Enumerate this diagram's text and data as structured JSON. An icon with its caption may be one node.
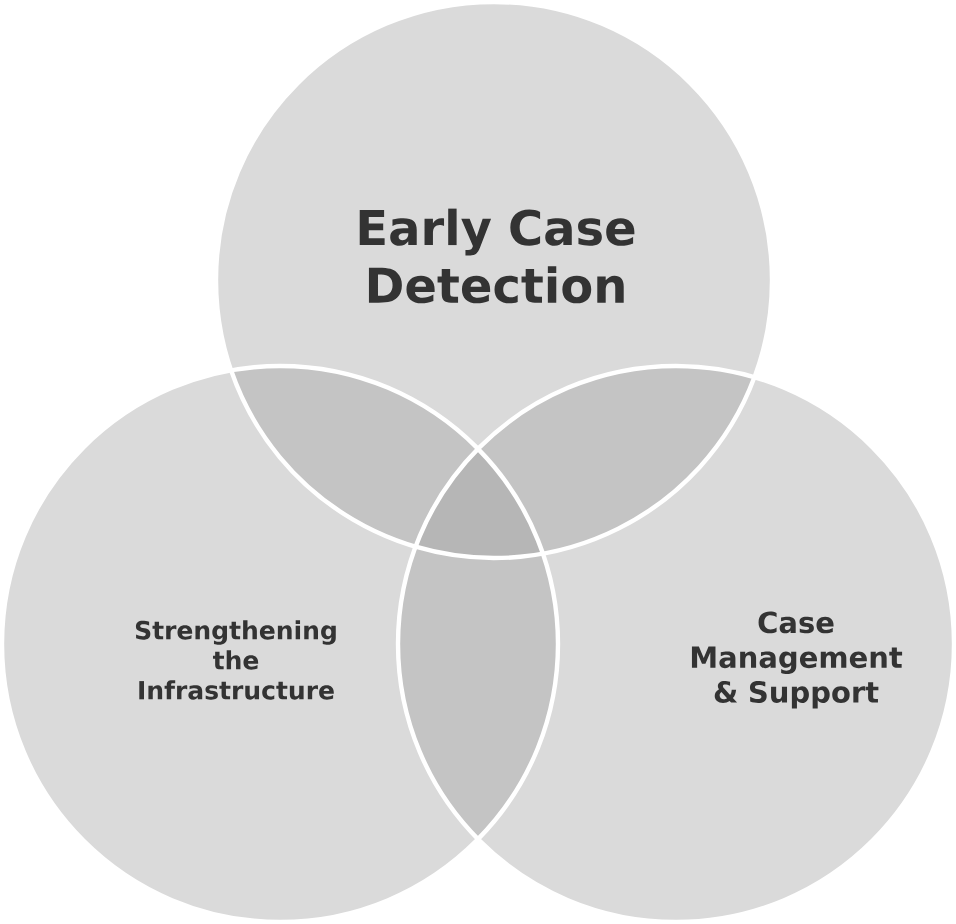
{
  "diagram": {
    "nodes": [
      {
        "text": [
          "Early Case Detection"
        ]
      },
      {
        "text": [
          "Strengthening the Infrastructure"
        ]
      },
      {
        "text": [
          "Case Management & Support"
        ]
      }
    ]
  }
}
